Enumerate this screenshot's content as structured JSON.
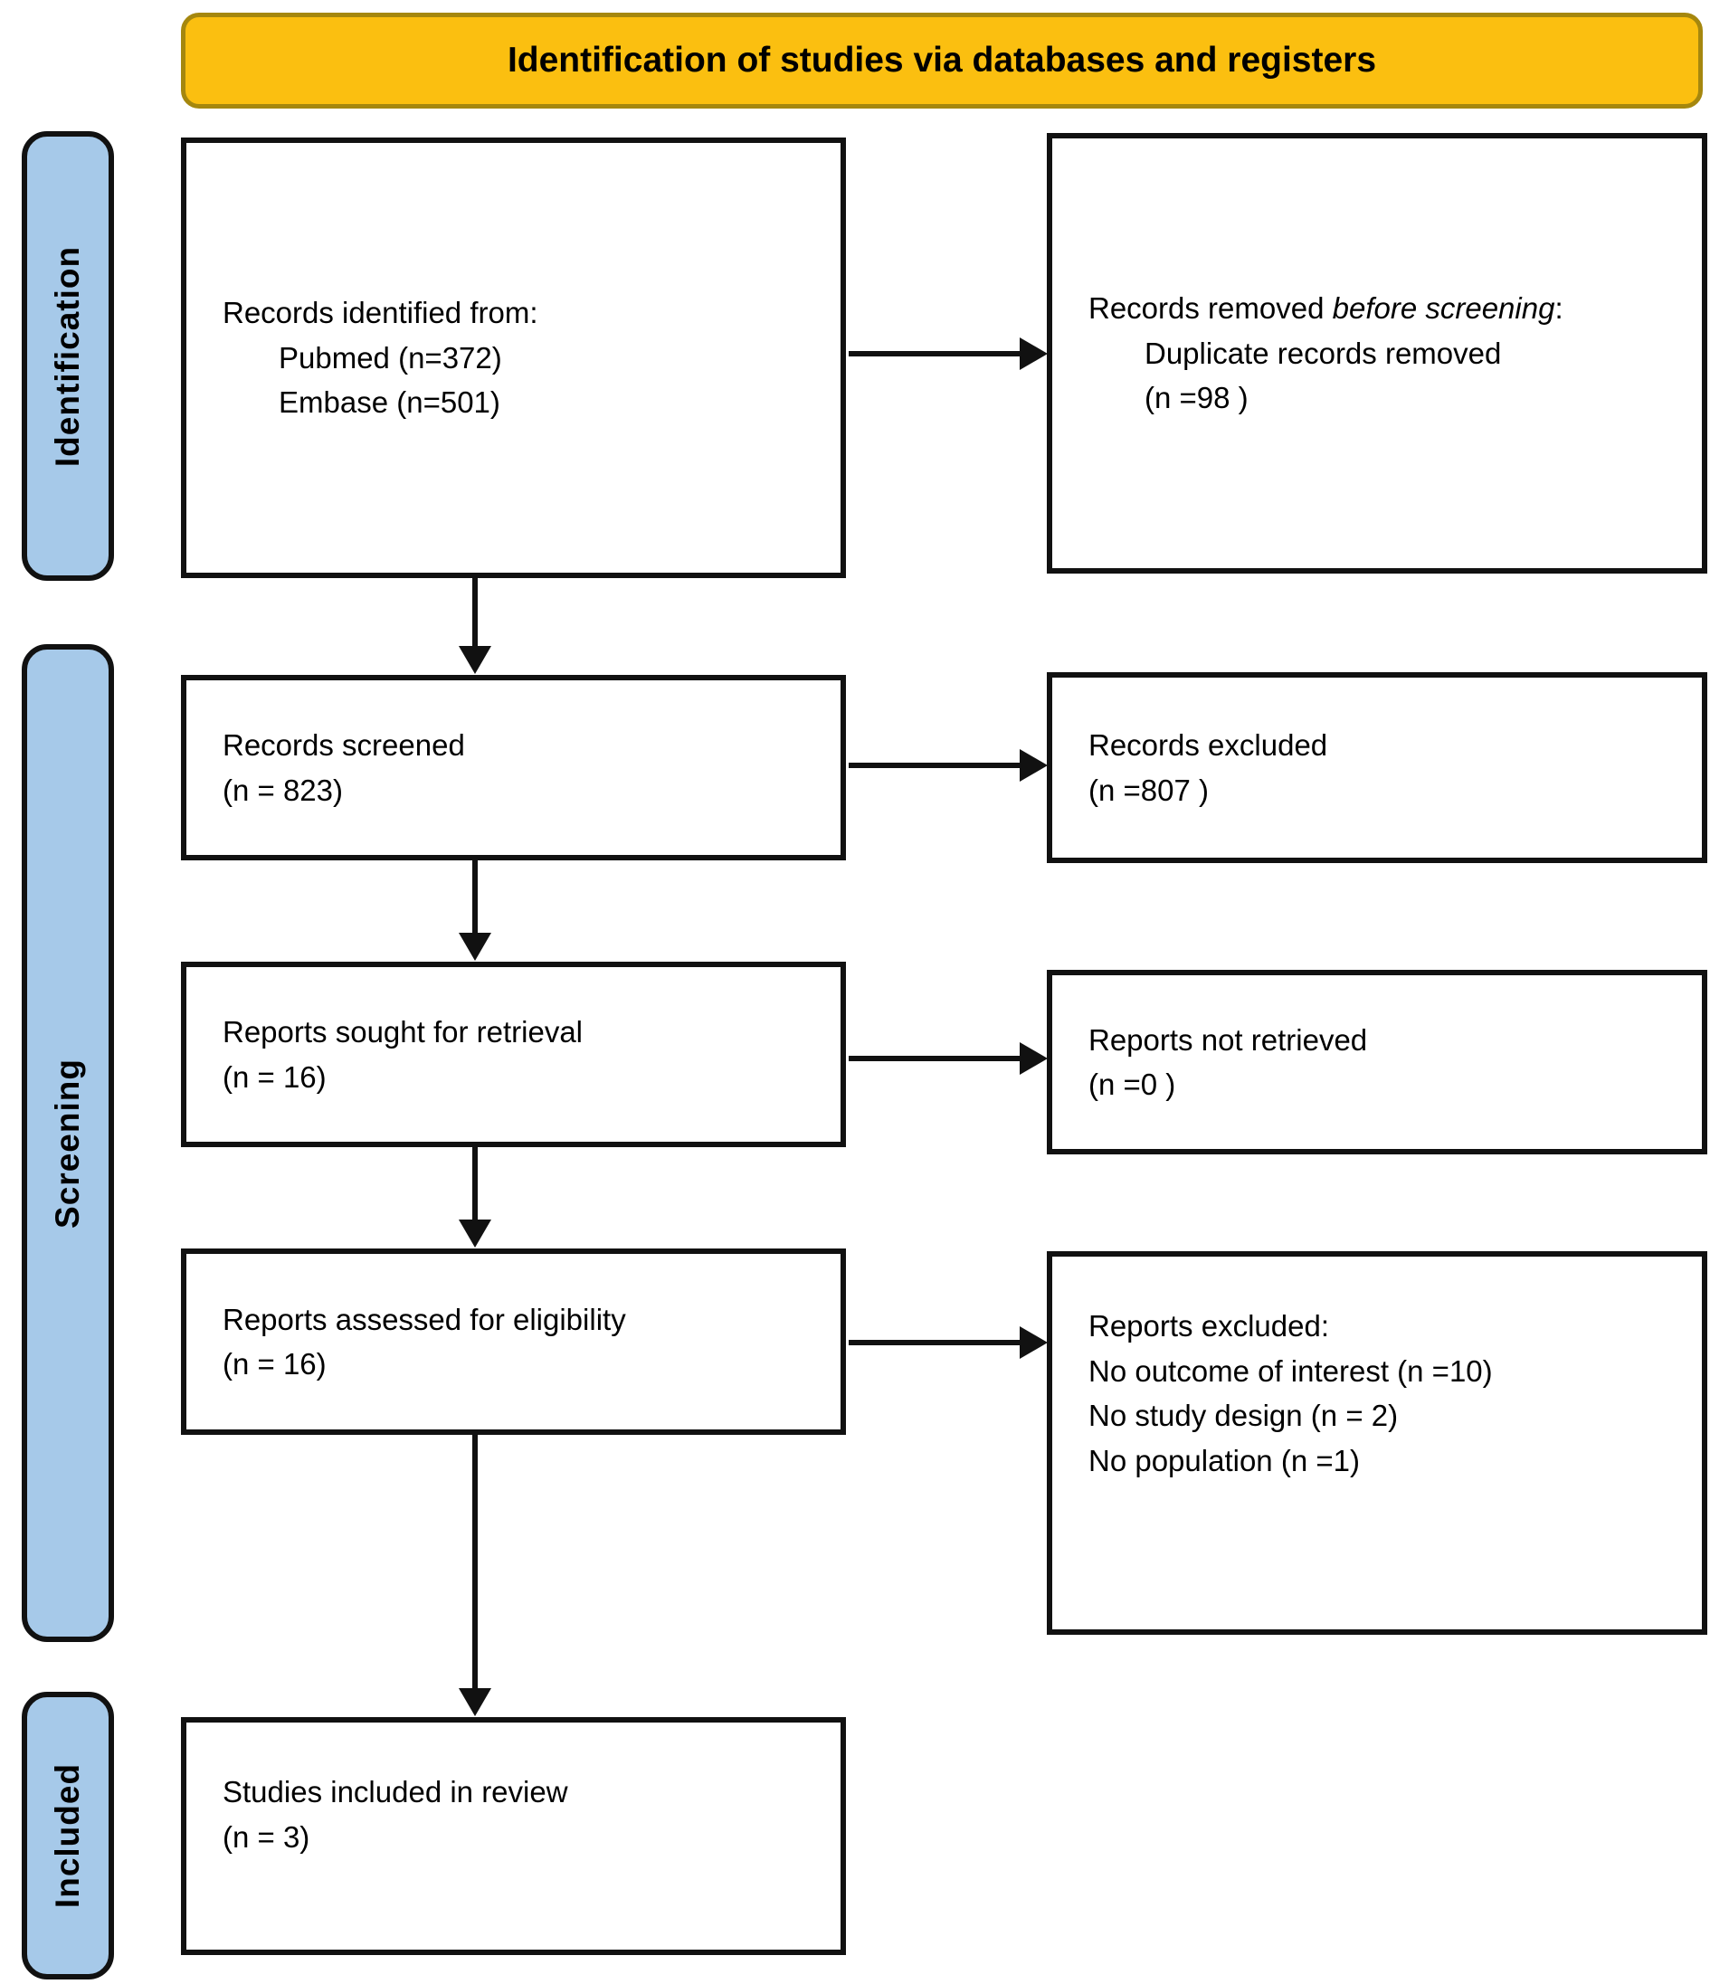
{
  "banner": {
    "title": "Identification of studies via databases and registers"
  },
  "stages": [
    {
      "label": "Identification"
    },
    {
      "label": "Screening"
    },
    {
      "label": "Included"
    }
  ],
  "boxes": {
    "records_identified": {
      "intro": "Records identified from:",
      "sources": [
        "Pubmed (n=372)",
        "Embase (n=501)"
      ]
    },
    "records_removed": {
      "prefix": "Records removed ",
      "italic": "before screening",
      "suffix": ":",
      "detail": "Duplicate records removed",
      "count": "(n =98 )"
    },
    "records_screened": {
      "line1": "Records screened",
      "line2": "(n = 823)"
    },
    "records_excluded": {
      "line1": "Records excluded",
      "line2": "(n =807 )"
    },
    "reports_sought": {
      "line1": "Reports sought for retrieval",
      "line2": "(n = 16)"
    },
    "reports_not_retrieved": {
      "line1": "Reports not retrieved",
      "line2": "(n =0 )"
    },
    "reports_assessed": {
      "line1": "Reports assessed for eligibility",
      "line2": "(n = 16)"
    },
    "reports_excluded": {
      "title": "Reports excluded:",
      "reasons": [
        "No outcome of interest (n =10)",
        "No study design (n = 2)",
        "No population (n =1)"
      ]
    },
    "studies_included": {
      "line1": "Studies included in review",
      "line2": "(n = 3)"
    }
  },
  "colors": {
    "banner_fill": "#FBBF10",
    "banner_border": "#A5870E",
    "stage_fill": "#A6C9E9",
    "box_border": "#111111",
    "box_fill": "#FFFFFF",
    "text": "#000000"
  }
}
